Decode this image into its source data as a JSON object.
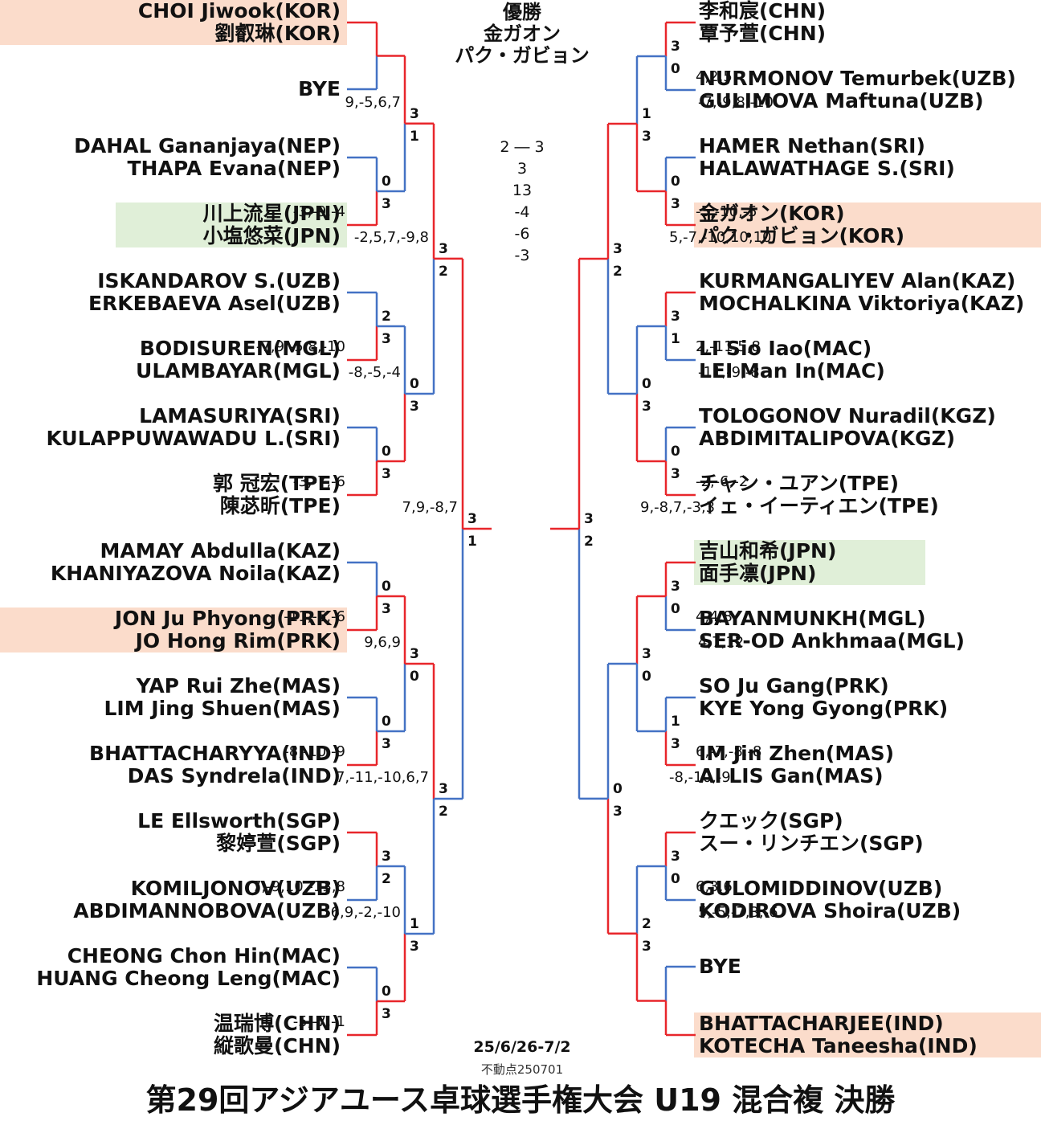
{
  "title": "第29回アジアユース卓球選手権大会 U19 混合複 決勝",
  "dates": "25/6/26-7/2",
  "fixed_point": "不動点250701",
  "champion": {
    "label": "優勝",
    "names": [
      "金ガオン",
      "パク・ガビョン"
    ]
  },
  "final": {
    "score": "2 ― 3",
    "games": [
      "3",
      "13",
      "-4",
      "-6",
      "-3"
    ]
  },
  "left_pairs": [
    [
      "CHOI Jiwook(KOR)",
      "劉叡琳(KOR)"
    ],
    [
      "BYE"
    ],
    [
      "DAHAL Gananjaya(NEP)",
      "THAPA Evana(NEP)"
    ],
    [
      "川上流星(JPN)",
      "小塩悠菜(JPN)"
    ],
    [
      "ISKANDAROV S.(UZB)",
      "ERKEBAEVA Asel(UZB)"
    ],
    [
      "BODISUREN(MGL)",
      "ULAMBAYAR(MGL)"
    ],
    [
      "LAMASURIYA(SRI)",
      "KULAPPUWAWADU L.(SRI)"
    ],
    [
      "郭 冠宏(TPE)",
      "陳苾昕(TPE)"
    ],
    [
      "MAMAY Abdulla(KAZ)",
      "KHANIYAZOVA Noila(KAZ)"
    ],
    [
      "JON Ju Phyong(PRK)",
      "JO Hong Rim(PRK)"
    ],
    [
      "YAP Rui Zhe(MAS)",
      "LIM Jing Shuen(MAS)"
    ],
    [
      "BHATTACHARYYA(IND)",
      "DAS Syndrela(IND)"
    ],
    [
      "LE Ellsworth(SGP)",
      "黎婷萱(SGP)"
    ],
    [
      "KOMILJONOV(UZB)",
      "ABDIMANNOBOVA(UZB)"
    ],
    [
      "CHEONG Chon Hin(MAC)",
      "HUANG Cheong Leng(MAC)"
    ],
    [
      "温瑞博(CHN)",
      "縦歌曼(CHN)"
    ]
  ],
  "right_pairs": [
    [
      "李和宸(CHN)",
      "覃予萱(CHN)"
    ],
    [
      "NURMONOV Temurbek(UZB)",
      "GULIMOVA Maftuna(UZB)"
    ],
    [
      "HAMER Nethan(SRI)",
      "HALAWATHAGE S.(SRI)"
    ],
    [
      "金ガオン(KOR)",
      "パク・ガビョン(KOR)"
    ],
    [
      "KURMANGALIYEV Alan(KAZ)",
      "MOCHALKINA Viktoriya(KAZ)"
    ],
    [
      "LI Sio Iao(MAC)",
      "LEI Man In(MAC)"
    ],
    [
      "TOLOGONOV Nuradil(KGZ)",
      "ABDIMITALIPOVA(KGZ)"
    ],
    [
      "チャン・ユアン(TPE)",
      "イェ・イーティエン(TPE)"
    ],
    [
      "吉山和希(JPN)",
      "面手凛(JPN)"
    ],
    [
      "BAYANMUNKH(MGL)",
      "SER-OD Ankhmaa(MGL)"
    ],
    [
      "SO Ju Gang(PRK)",
      "KYE Yong Gyong(PRK)"
    ],
    [
      "IM Jin Zhen(MAS)",
      "AI LIS Gan(MAS)"
    ],
    [
      "クエック(SGP)",
      "スー・リンチエン(SGP)"
    ],
    [
      "GULOMIDDINOV(UZB)",
      "KODIROVA Shoira(UZB)"
    ],
    [
      "BYE"
    ],
    [
      "BHATTACHARJEE(IND)",
      "KOTECHA Taneesha(IND)"
    ]
  ],
  "left_matches": [
    {
      "top": "",
      "bottom": "",
      "details": ""
    },
    {
      "top": "0",
      "bottom": "3",
      "details": "-3,-9,-4"
    },
    {
      "top": "2",
      "bottom": "3",
      "details": "-7,9,-5,8,-10"
    },
    {
      "top": "0",
      "bottom": "3",
      "details": "-3,-7,-6"
    },
    {
      "top": "0",
      "bottom": "3",
      "details": "-11,-6,-6"
    },
    {
      "top": "0",
      "bottom": "3",
      "details": "-8,-10,-9"
    },
    {
      "top": "3",
      "bottom": "2",
      "details": "7,-9,10,-13,8"
    },
    {
      "top": "0",
      "bottom": "3",
      "details": "-5,-7,-1"
    },
    {
      "top": "3",
      "bottom": "1",
      "details": "9,-5,6,7"
    },
    {
      "top": "0",
      "bottom": "3",
      "details": "-8,-5,-4"
    },
    {
      "top": "3",
      "bottom": "0",
      "details": "9,6,9"
    },
    {
      "top": "1",
      "bottom": "3",
      "details": "-6,9,-2,-10"
    },
    {
      "top": "3",
      "bottom": "2",
      "details": "-2,5,7,-9,8"
    },
    {
      "top": "3",
      "bottom": "2",
      "details": "7,-11,-10,6,7"
    },
    {
      "top": "3",
      "bottom": "1",
      "details": "7,9,-8,7"
    }
  ],
  "right_matches": [
    {
      "top": "3",
      "bottom": "0",
      "details": "4,2,5"
    },
    {
      "top": "0",
      "bottom": "3",
      "details": "-5,-10,-5"
    },
    {
      "top": "3",
      "bottom": "1",
      "details": "2,-11,5,8"
    },
    {
      "top": "0",
      "bottom": "3",
      "details": "-2,-6,-2"
    },
    {
      "top": "3",
      "bottom": "0",
      "details": "4,4,8"
    },
    {
      "top": "1",
      "bottom": "3",
      "details": "6,-7,-8,-8"
    },
    {
      "top": "3",
      "bottom": "0",
      "details": "6,3,6"
    },
    {
      "top": "",
      "bottom": "",
      "details": ""
    },
    {
      "top": "1",
      "bottom": "3",
      "details": "-7,-9,8,-10"
    },
    {
      "top": "0",
      "bottom": "3",
      "details": "-11,-9,-8"
    },
    {
      "top": "3",
      "bottom": "0",
      "details": "4,7,12"
    },
    {
      "top": "2",
      "bottom": "3",
      "details": "5,-5,-7,3,-6"
    },
    {
      "top": "3",
      "bottom": "2",
      "details": "5,-7,-10,10,10"
    },
    {
      "top": "0",
      "bottom": "3",
      "details": "-8,-10,-9"
    },
    {
      "top": "3",
      "bottom": "2",
      "details": "9,-8,7,-3,3"
    }
  ],
  "colors": {
    "winner": "#e8262b",
    "loser": "#4472c4",
    "highlight_champion": "#fbdccb",
    "highlight_japan": "#e0efd8"
  }
}
